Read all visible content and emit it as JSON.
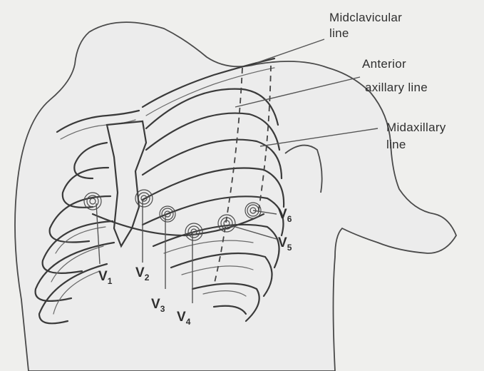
{
  "guide_lines": {
    "midclavicular": [
      "Midclavicular",
      "line"
    ],
    "anterior_axillary": [
      "Anterior",
      "axillary line"
    ],
    "midaxillary": [
      "Midaxillary",
      "line"
    ]
  },
  "leads": {
    "v1": {
      "main": "V",
      "sub": "1"
    },
    "v2": {
      "main": "V",
      "sub": "2"
    },
    "v3": {
      "main": "V",
      "sub": "3"
    },
    "v4": {
      "main": "V",
      "sub": "4"
    },
    "v5": {
      "main": "V",
      "sub": "5"
    },
    "v6": {
      "main": "V",
      "sub": "6"
    }
  }
}
